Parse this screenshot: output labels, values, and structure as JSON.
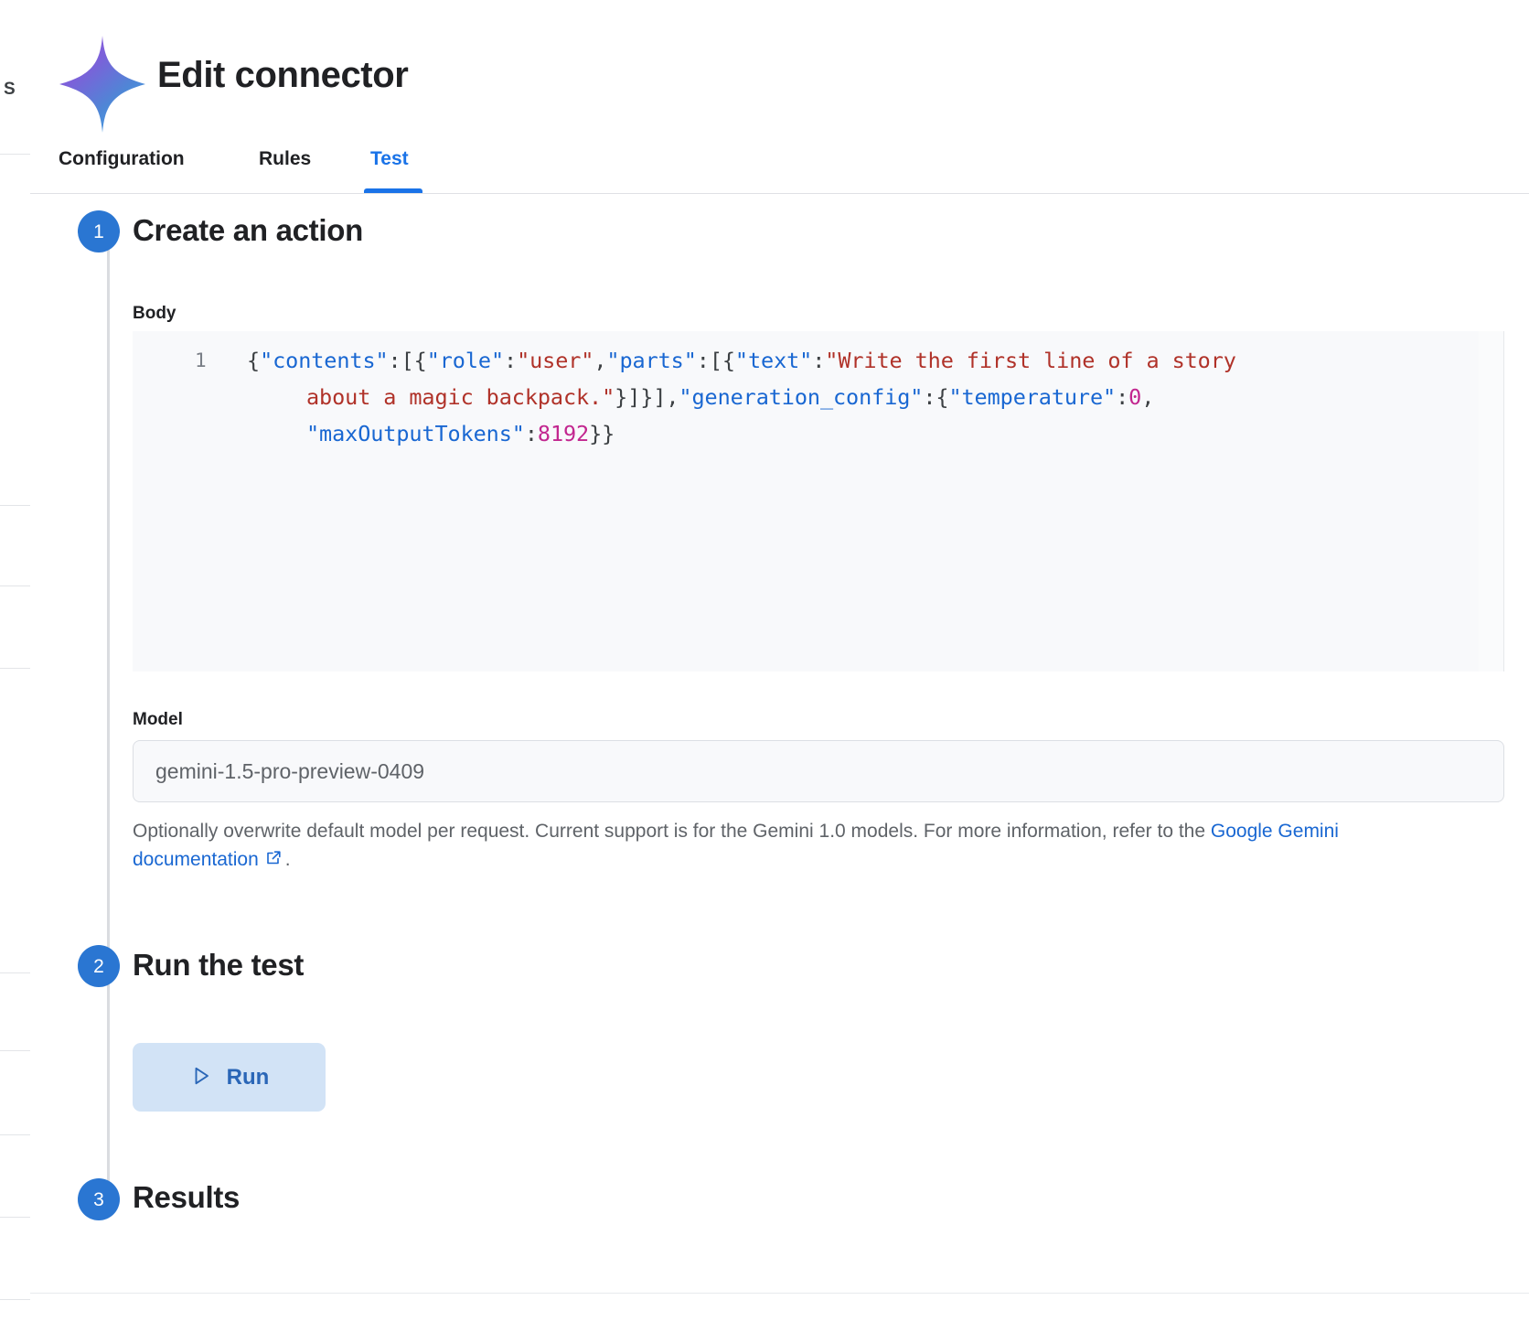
{
  "background_page": {
    "partial_letter": "S"
  },
  "header": {
    "title": "Edit connector",
    "logo_icon": "gemini-sparkle-icon"
  },
  "tabs": [
    {
      "label": "Configuration",
      "active": false
    },
    {
      "label": "Rules",
      "active": false
    },
    {
      "label": "Test",
      "active": true
    }
  ],
  "accent_color": "#1a73e8",
  "steps": [
    {
      "number": "1",
      "title": "Create an action"
    },
    {
      "number": "2",
      "title": "Run the test"
    },
    {
      "number": "3",
      "title": "Results"
    }
  ],
  "body_field": {
    "label": "Body",
    "line_number": "1",
    "code_lines": [
      [
        {
          "t": "pun",
          "v": "{"
        },
        {
          "t": "key",
          "v": "\"contents\""
        },
        {
          "t": "pun",
          "v": ":[{"
        },
        {
          "t": "key",
          "v": "\"role\""
        },
        {
          "t": "pun",
          "v": ":"
        },
        {
          "t": "str",
          "v": "\"user\""
        },
        {
          "t": "pun",
          "v": ","
        },
        {
          "t": "key",
          "v": "\"parts\""
        },
        {
          "t": "pun",
          "v": ":[{"
        },
        {
          "t": "key",
          "v": "\"text\""
        },
        {
          "t": "pun",
          "v": ":"
        },
        {
          "t": "str",
          "v": "\"Write the first line of a story"
        }
      ],
      [
        {
          "t": "str",
          "v": "about a magic backpack.\""
        },
        {
          "t": "pun",
          "v": "}]}],"
        },
        {
          "t": "key",
          "v": "\"generation_config\""
        },
        {
          "t": "pun",
          "v": ":{"
        },
        {
          "t": "key",
          "v": "\"temperature\""
        },
        {
          "t": "pun",
          "v": ":"
        },
        {
          "t": "num",
          "v": "0"
        },
        {
          "t": "pun",
          "v": ","
        }
      ],
      [
        {
          "t": "key",
          "v": "\"maxOutputTokens\""
        },
        {
          "t": "pun",
          "v": ":"
        },
        {
          "t": "num",
          "v": "8192"
        },
        {
          "t": "pun",
          "v": "}}"
        }
      ]
    ],
    "raw_value": "{\"contents\":[{\"role\":\"user\",\"parts\":[{\"text\":\"Write the first line of a story about a magic backpack.\"}]}],\"generation_config\":{\"temperature\":0,\"maxOutputTokens\":8192}}"
  },
  "model_field": {
    "label": "Model",
    "value": "gemini-1.5-pro-preview-0409",
    "placeholder": "gemini-1.5-pro-preview-0409",
    "helper_before_link": "Optionally overwrite default model per request. Current support is for the Gemini 1.0 models. For more information, refer to the ",
    "helper_link": "Google Gemini documentation",
    "helper_link_icon": "external-link-icon",
    "helper_after_link": "."
  },
  "run_button": {
    "label": "Run",
    "icon": "play-icon",
    "background": "#d2e3f6",
    "text_color": "#2a66b7"
  }
}
